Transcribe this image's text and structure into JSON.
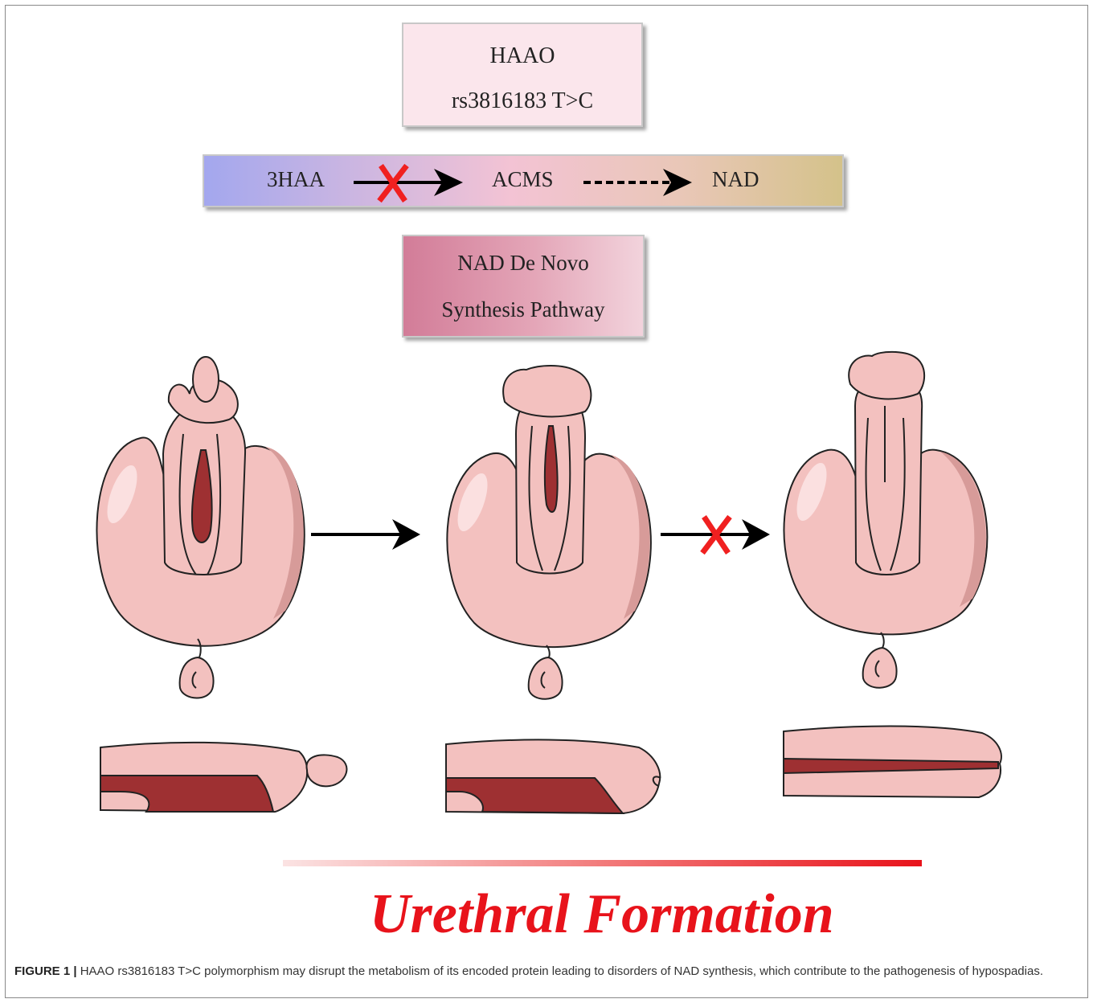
{
  "gene_box": {
    "line1": "HAAO",
    "line2": "rs3816183 T>C"
  },
  "pathway": {
    "step1": "3HAA",
    "step2": "ACMS",
    "step3": "NAD"
  },
  "synthesis_box": {
    "line1": "NAD De Novo",
    "line2": "Synthesis Pathway"
  },
  "footer_title": "Urethral Formation",
  "caption": {
    "label": "FIGURE 1 |",
    "text": " HAAO rs3816183 T>C polymorphism may disrupt the metabolism of its encoded protein leading to disorders of NAD synthesis, which contribute to the pathogenesis of hypospadias."
  },
  "colors": {
    "skin": "#f3c1bf",
    "skin_shadow": "#d79b99",
    "urethra": "#9e3032",
    "block_x": "#f02020",
    "title_red": "#e8131b"
  },
  "icon_names": [
    "blocked-x-icon",
    "arrow-icon"
  ]
}
